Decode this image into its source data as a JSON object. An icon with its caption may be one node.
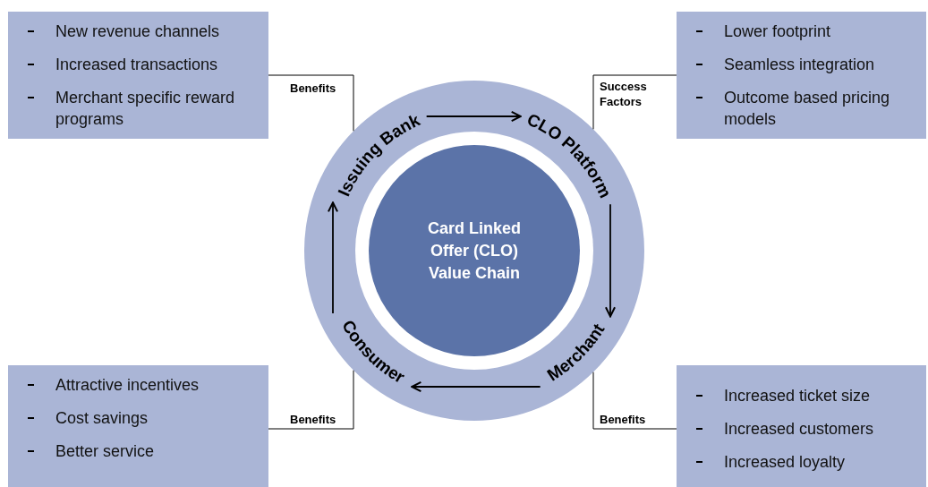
{
  "diagram": {
    "nodes": [
      {
        "text": [
          "New revenue channels",
          "Increased transactions",
          "Merchant specific reward programs"
        ]
      },
      {
        "text": [
          "Issuing Bank"
        ]
      },
      {
        "text": [
          "CLO Platform"
        ]
      },
      {
        "text": [
          "Lower footprint",
          "Seamless integration",
          "Outcome based pricing models"
        ]
      },
      {
        "text": [
          "Card Linked Offer (CLO) Value Chain"
        ]
      },
      {
        "text": [
          "Consumer"
        ]
      },
      {
        "text": [
          "Merchant"
        ]
      },
      {
        "text": [
          "Attractive incentives",
          "Cost savings",
          "Better service"
        ]
      },
      {
        "text": [
          "Increased ticket size",
          "Increased customers",
          "Increased loyalty"
        ]
      }
    ],
    "edges": [
      {
        "from": 1,
        "to": 2,
        "arrow": "to"
      },
      {
        "from": 2,
        "to": 6,
        "arrow": "to"
      },
      {
        "from": 6,
        "to": 5,
        "arrow": "to"
      },
      {
        "from": 5,
        "to": 1,
        "arrow": "to"
      },
      {
        "from": 0,
        "to": 1,
        "arrow": "none",
        "label": "Benefits"
      },
      {
        "from": 3,
        "to": 2,
        "arrow": "none",
        "label": "Success Factors"
      },
      {
        "from": 7,
        "to": 5,
        "arrow": "none",
        "label": "Benefits"
      },
      {
        "from": 8,
        "to": 6,
        "arrow": "none",
        "label": "Benefits"
      }
    ]
  }
}
